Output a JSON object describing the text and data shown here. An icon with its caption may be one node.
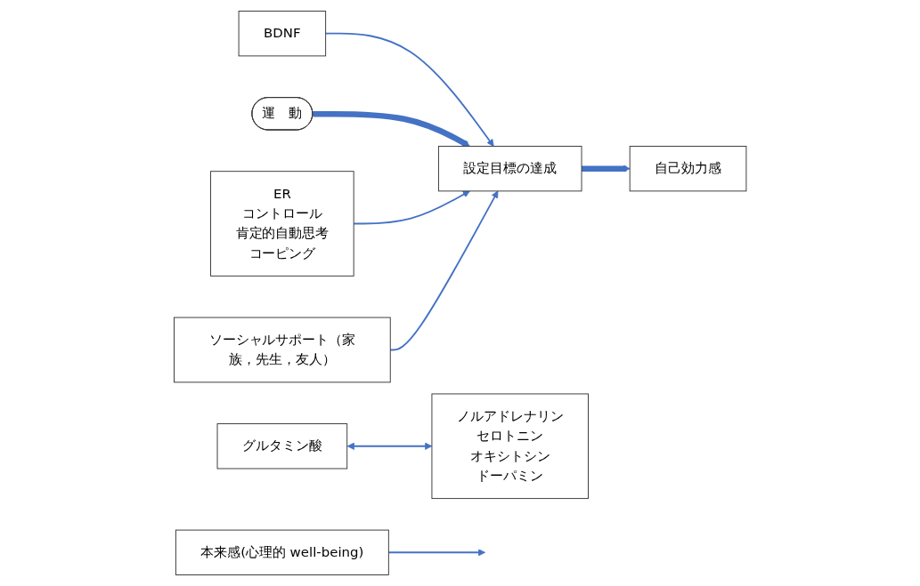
{
  "diagram": {
    "nodes": [
      {
        "text": [
          "BDNF"
        ]
      },
      {
        "text": [
          "設定目標の達成"
        ]
      },
      {
        "text": [
          "グルタミン酸"
        ]
      },
      {
        "text": [
          "ノルアドレナリン",
          "セロトニン",
          "オキシトシン",
          "ドーパミン"
        ]
      },
      {
        "text": [
          "運　動"
        ]
      },
      {
        "text": [
          "ER",
          "コントロール",
          "肯定的自動思考",
          "コーピング"
        ]
      },
      {
        "text": [
          "ソーシャルサポート（家族，先生，友人）"
        ]
      },
      {
        "text": [
          "本来感(心理的 well-being)"
        ]
      },
      {
        "text": [
          "自己効力感"
        ]
      }
    ],
    "edges": [
      {
        "from": 0,
        "to": 1,
        "arrow": "to"
      },
      {
        "from": 2,
        "to": 3,
        "arrow": "both"
      },
      {
        "from": 4,
        "to": 1,
        "arrow": "to",
        "style": "thick"
      },
      {
        "from": 5,
        "to": 1,
        "arrow": "to"
      },
      {
        "from": 6,
        "to": 1,
        "arrow": "to"
      },
      {
        "from": 1,
        "to": 8,
        "arrow": "to",
        "style": "thick"
      },
      {
        "from": 7,
        "to": null,
        "arrow": "to"
      }
    ]
  }
}
